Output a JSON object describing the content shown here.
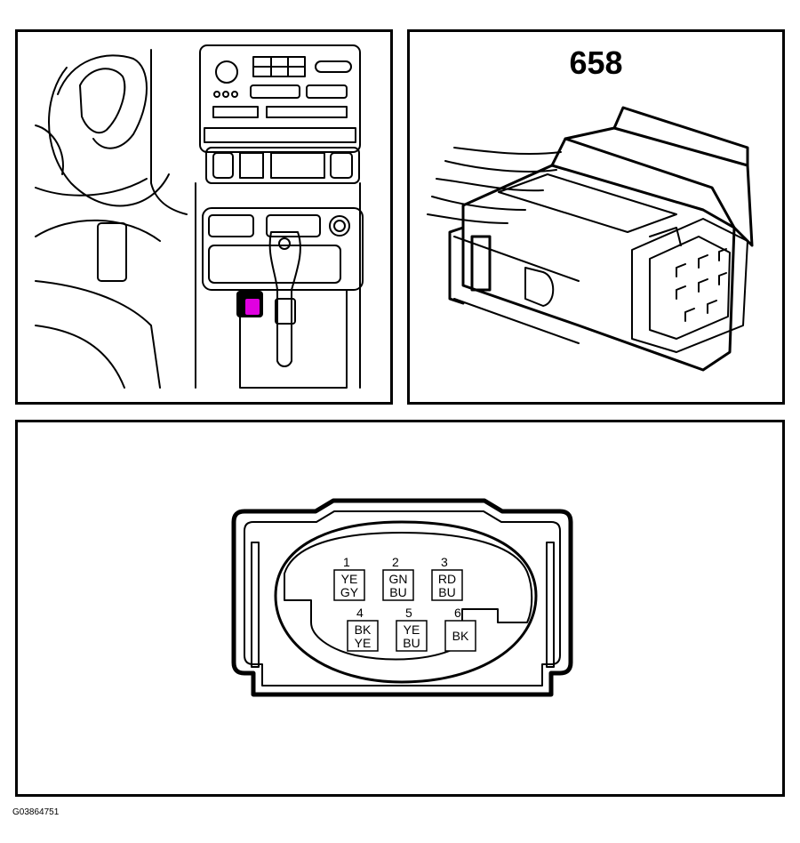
{
  "connector_number": "658",
  "figure_code": "G03864751",
  "highlight_color": "#e000e0",
  "pins": [
    {
      "number": "1",
      "colors": [
        "YE",
        "GY"
      ]
    },
    {
      "number": "2",
      "colors": [
        "GN",
        "BU"
      ]
    },
    {
      "number": "3",
      "colors": [
        "RD",
        "BU"
      ]
    },
    {
      "number": "4",
      "colors": [
        "BK",
        "YE"
      ]
    },
    {
      "number": "5",
      "colors": [
        "YE",
        "BU"
      ]
    },
    {
      "number": "6",
      "colors": [
        "BK"
      ]
    }
  ]
}
